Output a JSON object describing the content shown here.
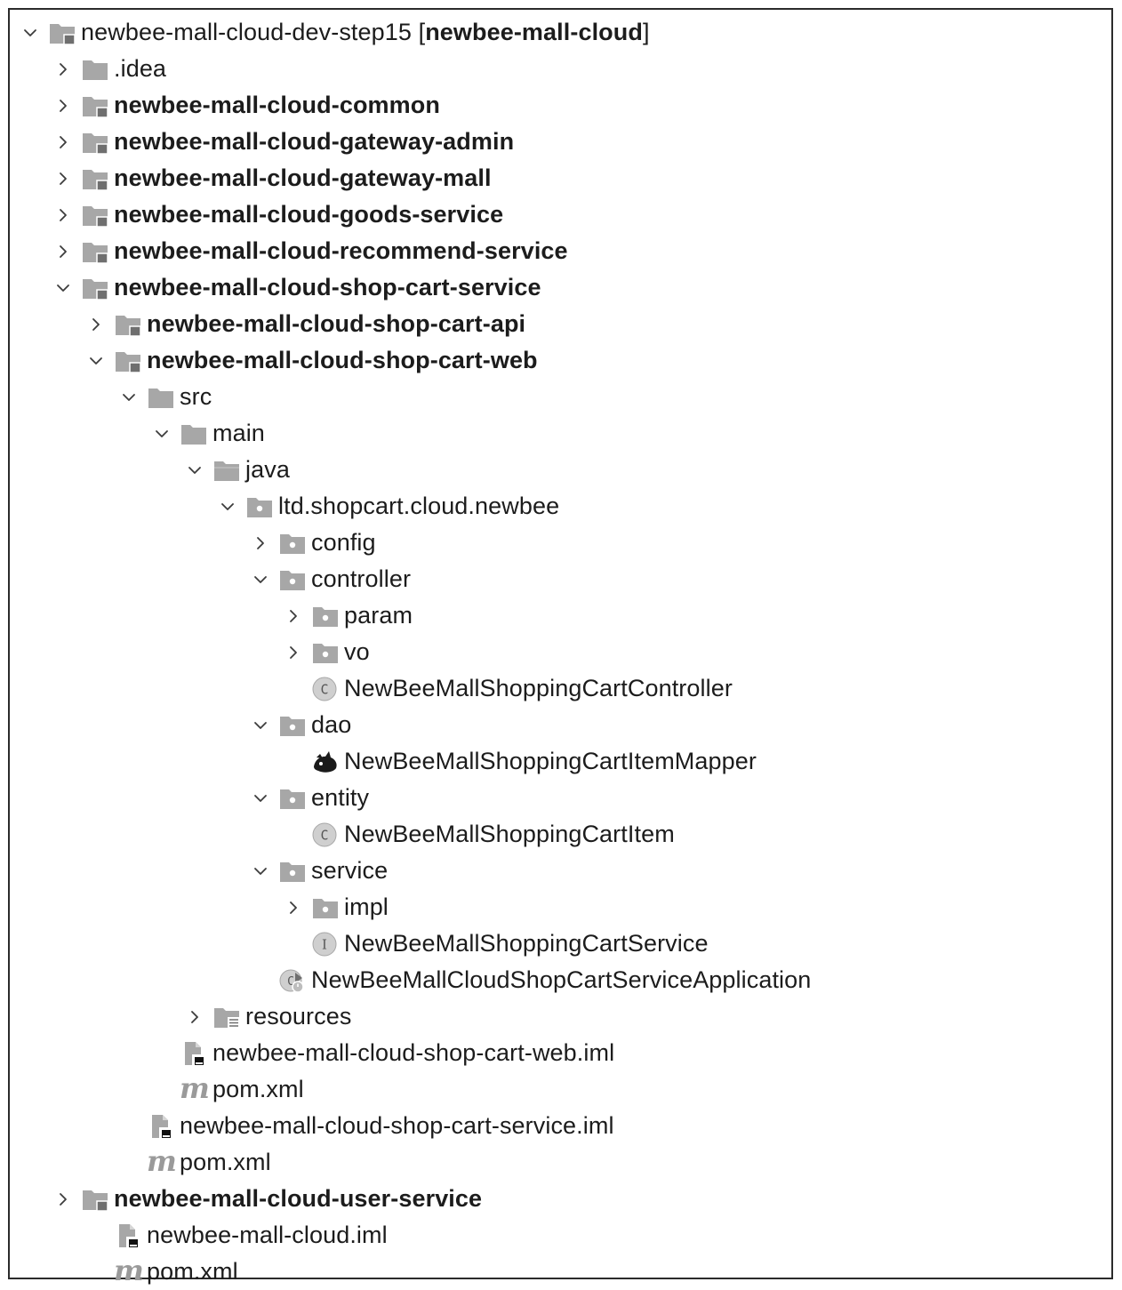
{
  "tree": [
    {
      "depth": 0,
      "expander": "expanded",
      "icon": "module-folder-icon",
      "label": "newbee-mall-cloud-dev-step15 [",
      "module": "newbee-mall-cloud",
      "suffix": "]",
      "bold": false
    },
    {
      "depth": 1,
      "expander": "collapsed",
      "icon": "folder-icon",
      "label": ".idea",
      "bold": false
    },
    {
      "depth": 1,
      "expander": "collapsed",
      "icon": "module-folder-icon",
      "label": "newbee-mall-cloud-common",
      "bold": true
    },
    {
      "depth": 1,
      "expander": "collapsed",
      "icon": "module-folder-icon",
      "label": "newbee-mall-cloud-gateway-admin",
      "bold": true
    },
    {
      "depth": 1,
      "expander": "collapsed",
      "icon": "module-folder-icon",
      "label": "newbee-mall-cloud-gateway-mall",
      "bold": true
    },
    {
      "depth": 1,
      "expander": "collapsed",
      "icon": "module-folder-icon",
      "label": "newbee-mall-cloud-goods-service",
      "bold": true
    },
    {
      "depth": 1,
      "expander": "collapsed",
      "icon": "module-folder-icon",
      "label": "newbee-mall-cloud-recommend-service",
      "bold": true
    },
    {
      "depth": 1,
      "expander": "expanded",
      "icon": "module-folder-icon",
      "label": "newbee-mall-cloud-shop-cart-service",
      "bold": true
    },
    {
      "depth": 2,
      "expander": "collapsed",
      "icon": "module-folder-icon",
      "label": "newbee-mall-cloud-shop-cart-api",
      "bold": true
    },
    {
      "depth": 2,
      "expander": "expanded",
      "icon": "module-folder-icon",
      "label": "newbee-mall-cloud-shop-cart-web",
      "bold": true
    },
    {
      "depth": 3,
      "expander": "expanded",
      "icon": "folder-icon",
      "label": "src",
      "bold": false
    },
    {
      "depth": 4,
      "expander": "expanded",
      "icon": "folder-icon",
      "label": "main",
      "bold": false
    },
    {
      "depth": 5,
      "expander": "expanded",
      "icon": "source-folder-icon",
      "label": "java",
      "bold": false
    },
    {
      "depth": 6,
      "expander": "expanded",
      "icon": "package-icon",
      "label": "ltd.shopcart.cloud.newbee",
      "bold": false
    },
    {
      "depth": 7,
      "expander": "collapsed",
      "icon": "package-icon",
      "label": "config",
      "bold": false
    },
    {
      "depth": 7,
      "expander": "expanded",
      "icon": "package-icon",
      "label": "controller",
      "bold": false
    },
    {
      "depth": 8,
      "expander": "collapsed",
      "icon": "package-icon",
      "label": "param",
      "bold": false
    },
    {
      "depth": 8,
      "expander": "collapsed",
      "icon": "package-icon",
      "label": "vo",
      "bold": false
    },
    {
      "depth": 8,
      "expander": "none",
      "icon": "class-icon",
      "label": "NewBeeMallShoppingCartController",
      "bold": false
    },
    {
      "depth": 7,
      "expander": "expanded",
      "icon": "package-icon",
      "label": "dao",
      "bold": false
    },
    {
      "depth": 8,
      "expander": "none",
      "icon": "mybatis-mapper-icon",
      "label": "NewBeeMallShoppingCartItemMapper",
      "bold": false
    },
    {
      "depth": 7,
      "expander": "expanded",
      "icon": "package-icon",
      "label": "entity",
      "bold": false
    },
    {
      "depth": 8,
      "expander": "none",
      "icon": "class-icon",
      "label": "NewBeeMallShoppingCartItem",
      "bold": false
    },
    {
      "depth": 7,
      "expander": "expanded",
      "icon": "package-icon",
      "label": "service",
      "bold": false
    },
    {
      "depth": 8,
      "expander": "collapsed",
      "icon": "package-icon",
      "label": "impl",
      "bold": false
    },
    {
      "depth": 8,
      "expander": "none",
      "icon": "interface-icon",
      "label": "NewBeeMallShoppingCartService",
      "bold": false
    },
    {
      "depth": 7,
      "expander": "none",
      "icon": "spring-boot-app-icon",
      "label": "NewBeeMallCloudShopCartServiceApplication",
      "bold": false
    },
    {
      "depth": 5,
      "expander": "collapsed",
      "icon": "resources-folder-icon",
      "label": "resources",
      "bold": false
    },
    {
      "depth": 4,
      "expander": "none",
      "icon": "iml-file-icon",
      "label": "newbee-mall-cloud-shop-cart-web.iml",
      "bold": false
    },
    {
      "depth": 4,
      "expander": "none",
      "icon": "maven-pom-icon",
      "label": "pom.xml",
      "bold": false
    },
    {
      "depth": 3,
      "expander": "none",
      "icon": "iml-file-icon",
      "label": "newbee-mall-cloud-shop-cart-service.iml",
      "bold": false
    },
    {
      "depth": 3,
      "expander": "none",
      "icon": "maven-pom-icon",
      "label": "pom.xml",
      "bold": false
    },
    {
      "depth": 1,
      "expander": "collapsed",
      "icon": "module-folder-icon",
      "label": "newbee-mall-cloud-user-service",
      "bold": true
    },
    {
      "depth": 2,
      "expander": "none",
      "icon": "iml-file-icon",
      "label": "newbee-mall-cloud.iml",
      "bold": false
    },
    {
      "depth": 2,
      "expander": "none",
      "icon": "maven-pom-icon",
      "label": "pom.xml",
      "bold": false
    }
  ],
  "icons": {
    "maven_letter": "m",
    "class_letter": "C",
    "interface_letter": "I"
  },
  "colors": {
    "text": "#1c1c1c",
    "icon_gray": "#a7a7a7",
    "icon_dark": "#6f6f6f",
    "chevron": "#3c3c3c"
  }
}
